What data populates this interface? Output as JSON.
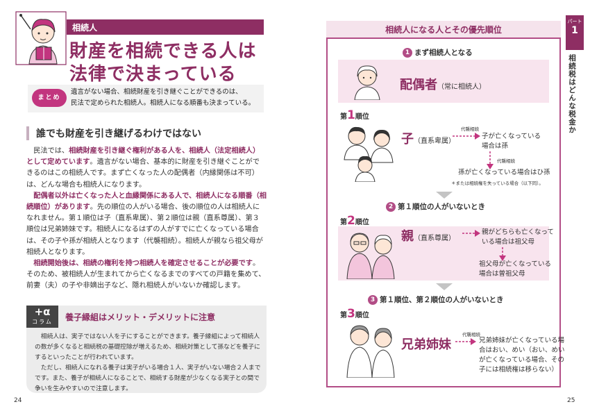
{
  "left_page": {
    "category": "相続人",
    "headline": [
      "財産を相続できる人は",
      "法律で決まっている"
    ],
    "matome_label": "まとめ",
    "matome_lines": [
      "遺言がない場合、相続財産を引き継ぐことができるのは、",
      "民法で定められた相続人。相続人になる順番も決まっている。"
    ],
    "section_title": "誰でも財産を引き継げるわけではない",
    "paragraphs": [
      {
        "pre": "民法では、",
        "bold": "相続財産を引き継ぐ権利がある人を、相続人（法定相続人）として定めています",
        "post": "。遺言がない場合、基本的に財産を引き継ぐことができるのはこの相続人です。まず亡くなった人の配偶者（内縁関係は不可）は、どんな場合も相続人になります。"
      },
      {
        "pre": "",
        "bold": "配偶者以外は亡くなった人と血縁関係にある人で、相続人になる順番（相続順位）があります",
        "post": "。先の順位の人がいる場合、後の順位の人は相続人になれません。第１順位は子（直系卑属）、第２順位は親（直系尊属）、第３順位は兄弟姉妹です。相続人になるはずの人がすでに亡くなっている場合は、その子や孫が相続人となります（代襲相続）。相続人が親なら祖父母が相続人となります。"
      },
      {
        "pre": "",
        "bold": "相続開始後は、相続の権利を持つ相続人を確定させることが必要です",
        "post": "。そのため、被相続人が生まれてから亡くなるまでのすべての戸籍を集めて、前妻（夫）の子や非嫡出子など、隠れ相続人がいないか確認します。"
      }
    ],
    "column_tag": "+α",
    "column_label": "コラム",
    "column_title": "養子縁組はメリット・デメリットに注意",
    "column_paragraphs": [
      "相続人は、実子ではない人を子にすることができます。養子縁組によって相続人の数が多くなると相続税の基礎控除が増えるため、相続対策として孫などを養子にするといったことが行われています。",
      "ただし、相続人になれる養子は実子がいる場合１人、実子がいない場合２人までです。また、養子が相続人になることで、相続する財産が少なくなる実子との間で争いを生みやすいので注意します。"
    ],
    "page_number": "24"
  },
  "right_page": {
    "part_label": "パート",
    "part_number": "1",
    "side_title": "相続税はどんな税金か",
    "frame_title": "相続人になる人とその優先順位",
    "step1": {
      "num": "1",
      "text": "まず相続人となる"
    },
    "spouse": {
      "label": "配偶者",
      "note": "（常に相続人）"
    },
    "rank1": {
      "pre": "第",
      "num": "1",
      "post": "順位",
      "heir": "子",
      "sub": "（直系卑属）",
      "daishu": "代襲相続",
      "note1": [
        "子が亡くなっている",
        "場合は孫"
      ],
      "daishu2": "代襲相続",
      "note2": "孫が亡くなっている場合はひ孫",
      "footnote": "＊または相続権を失っている場合（以下同）。"
    },
    "step2": {
      "num": "2",
      "text": "第１順位の人がいないとき"
    },
    "rank2": {
      "pre": "第",
      "num": "2",
      "post": "順位",
      "heir": "親",
      "sub": "（直系尊属）",
      "note1": [
        "親がどちらも亡くなって",
        "いる場合は祖父母"
      ],
      "note2": [
        "祖父母が亡くなっている",
        "場合は曽祖父母"
      ]
    },
    "step3": {
      "num": "3",
      "text": "第１順位、第２順位の人がいないとき"
    },
    "rank3": {
      "pre": "第",
      "num": "3",
      "post": "順位",
      "heir": "兄弟姉妹",
      "daishu": "代襲相続",
      "note": [
        "兄弟姉妹が亡くなっている場",
        "合はおい、めい（おい、めい",
        "が亡くなっている場合、その",
        "子には相続権は移らない）"
      ]
    },
    "page_number": "25"
  },
  "colors": {
    "accent": "#8e2e63",
    "pink": "#c2357f",
    "band": "#f8e4ee"
  }
}
